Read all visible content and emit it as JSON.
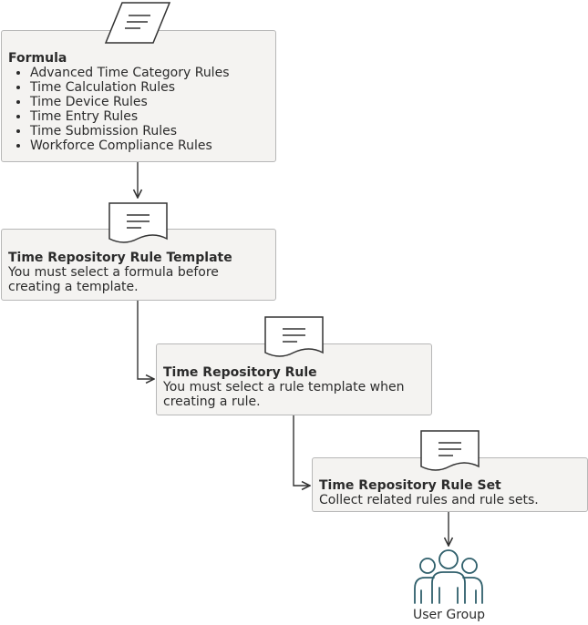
{
  "formula": {
    "title": "Formula",
    "items": [
      "Advanced Time Category Rules",
      "Time Calculation Rules",
      "Time Device Rules",
      "Time Entry Rules",
      "Time Submission Rules",
      "Workforce Compliance Rules"
    ]
  },
  "template": {
    "title": "Time Repository Rule Template",
    "desc": "You must select a formula before creating a template."
  },
  "rule": {
    "title": "Time Repository Rule",
    "desc": "You must select a rule template when creating a rule."
  },
  "ruleset": {
    "title": "Time Repository Rule Set",
    "desc": "Collect related rules and rule sets."
  },
  "user_group": {
    "label": "User Group",
    "icon": "user-group-icon",
    "color": "#2f5f6b"
  },
  "icons": {
    "formula": "parallelogram-document-icon",
    "template": "document-icon",
    "rule": "document-icon",
    "ruleset": "document-icon"
  }
}
